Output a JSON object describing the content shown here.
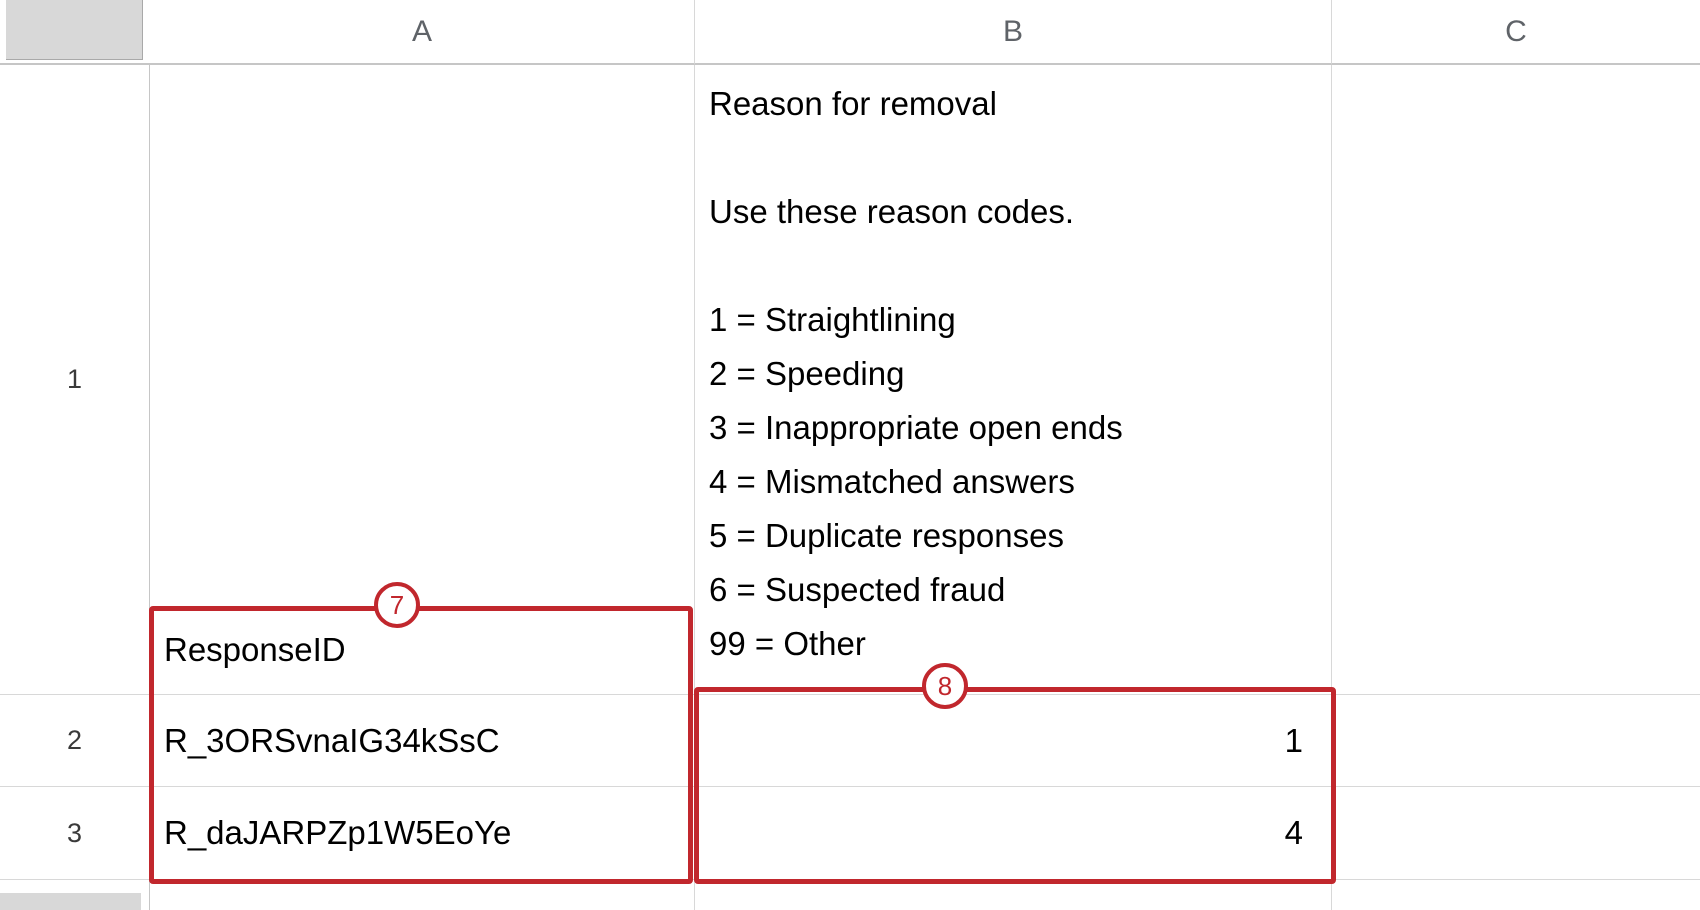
{
  "sheet": {
    "columns": [
      "A",
      "B",
      "C"
    ],
    "rows": [
      "1",
      "2",
      "3"
    ],
    "cells": {
      "A1": "ResponseID",
      "B1": "Reason for removal\n\nUse these reason codes.\n\n1 = Straightlining\n2 = Speeding\n3 = Inappropriate open ends\n4 = Mismatched answers\n5 = Duplicate responses\n6 = Suspected fraud\n99 = Other",
      "A2": "R_3ORSvnaIG34kSsC",
      "B2": "1",
      "A3": "R_daJARPZp1W5EoYe",
      "B3": "4"
    },
    "annotations": [
      {
        "label": "7",
        "covers": "A1:A3"
      },
      {
        "label": "8",
        "covers": "B2:B3"
      }
    ],
    "colors": {
      "annotation_red": "#c1272d",
      "grid_line": "#d8d8d8",
      "header_border": "#c6c6c6",
      "header_text": "#5f6368",
      "corner_fill": "#d8d8d8"
    }
  }
}
